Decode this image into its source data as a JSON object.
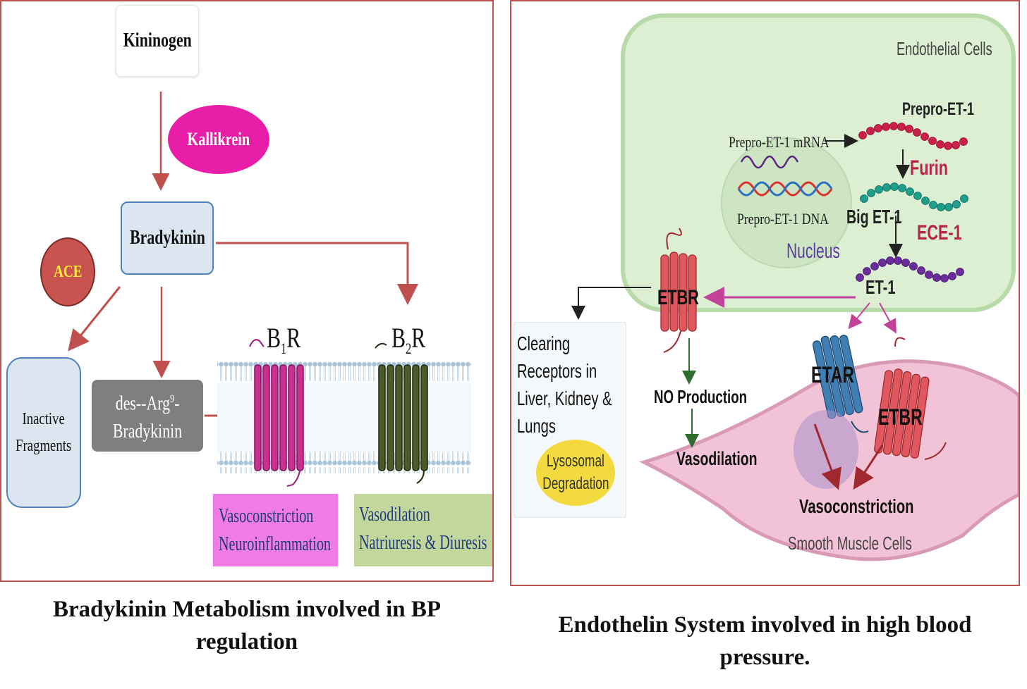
{
  "left_panel": {
    "kininogen": "Kininogen",
    "kallikrein": "Kallikrein",
    "bradykinin": "Bradykinin",
    "ace": "ACE",
    "inactive_fragments_1": "Inactive",
    "inactive_fragments_2": "Fragments",
    "des_arg_1a": "des--Arg",
    "des_arg_sup": "9",
    "des_arg_1b": "-",
    "des_arg_2": "Bradykinin",
    "b1r_main": "B",
    "b1r_sub": "1",
    "b1r_end": "R",
    "b2r_main": "B",
    "b2r_sub": "2",
    "b2r_end": "R",
    "b1_effect_1": "Vasoconstriction",
    "b1_effect_2": "Neuroinflammation",
    "b2_effect_1": "Vasodilation",
    "b2_effect_2": "Natriuresis & Diuresis",
    "colors": {
      "kallikrein": "#e91ea8",
      "ace": "#c9534f",
      "b1_box": "#f07be6",
      "b2_box": "#c3d69b",
      "membrane": "#a9c4d8"
    }
  },
  "right_panel": {
    "endothelial_cells": "Endothelial Cells",
    "prepro_et1": "Prepro-ET-1",
    "prepro_mrna": "Prepro-ET-1 mRNA",
    "prepro_dna": "Prepro-ET-1 DNA",
    "nucleus": "Nucleus",
    "furin": "Furin",
    "big_et1": "Big ET-1",
    "ece1": "ECE-1",
    "et1": "ET-1",
    "etbr_top": "ETBR",
    "clearing_1": "Clearing",
    "clearing_2": "Receptors in",
    "clearing_3": "Liver, Kidney &",
    "clearing_4": "Lungs",
    "lysosomal_1": "Lysosomal",
    "lysosomal_2": "Degradation",
    "no_production": "NO Production",
    "vasodilation": "Vasodilation",
    "etar": "ETAR",
    "etbr_bottom": "ETBR",
    "vasoconstriction": "Vasoconstriction",
    "smooth_muscle": "Smooth Muscle Cells",
    "colors": {
      "endothelial": "#dcefd2",
      "smooth_muscle": "#f2c3d6",
      "etar": "#3f7fb3",
      "etbr": "#e0585d"
    }
  },
  "captions": {
    "left_1": "Bradykinin Metabolism involved in BP",
    "left_2": "regulation",
    "right_1": "Endothelin System involved in high blood",
    "right_2": "pressure."
  }
}
